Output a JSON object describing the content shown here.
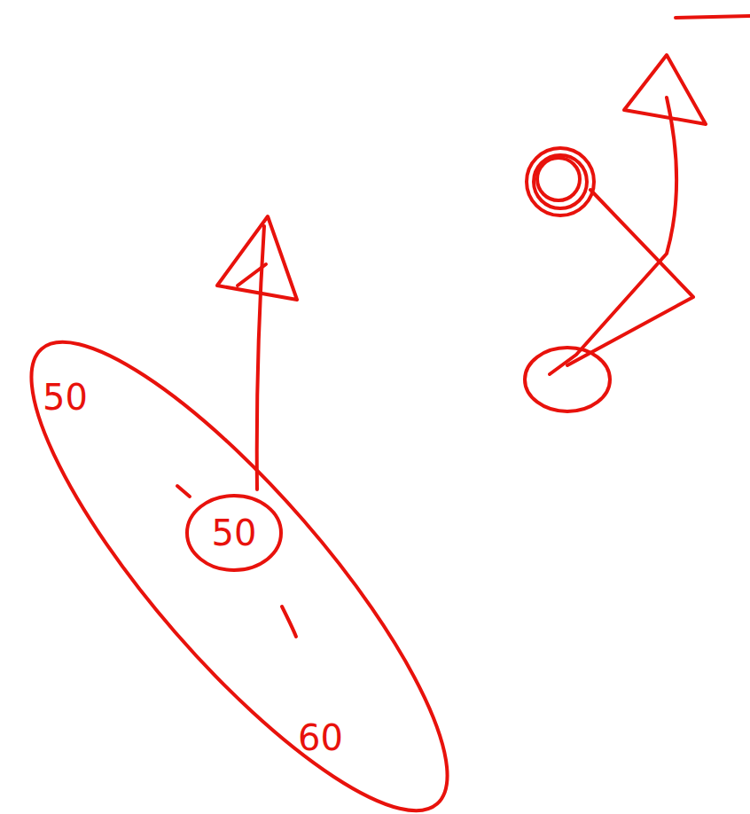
{
  "diagram": {
    "nodes": [
      {
        "text": [
          "50",
          "60"
        ]
      },
      {
        "text": [
          "50"
        ],
        "in": 0
      }
    ]
  }
}
